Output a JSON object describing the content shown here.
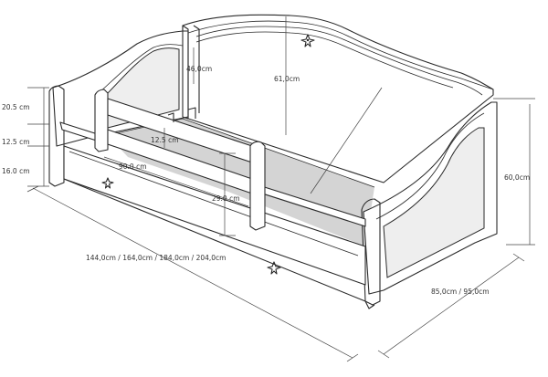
{
  "colors": {
    "line": "#2a2a2a",
    "panel": "#eeeeee",
    "mattress": "#d4d4d4",
    "background": "#ffffff"
  },
  "icons": {
    "decoration": "star-flower-icon"
  },
  "dimensions": {
    "left_side_top": "20.5 cm",
    "left_side_mid": "12.5 cm",
    "left_side_bottom": "16.0 cm",
    "guard_rail_gap": "12.5 cm",
    "headboard_cutout": "46,0cm",
    "backrest_height": "61,0cm",
    "guard_rail_length": "90.0 cm",
    "inner_height": "29.0 cm",
    "total_height": "60,0cm",
    "lengths": "144,0cm / 164,0cm / 184,0cm / 204,0cm",
    "widths": "85,0cm / 95,0cm"
  }
}
